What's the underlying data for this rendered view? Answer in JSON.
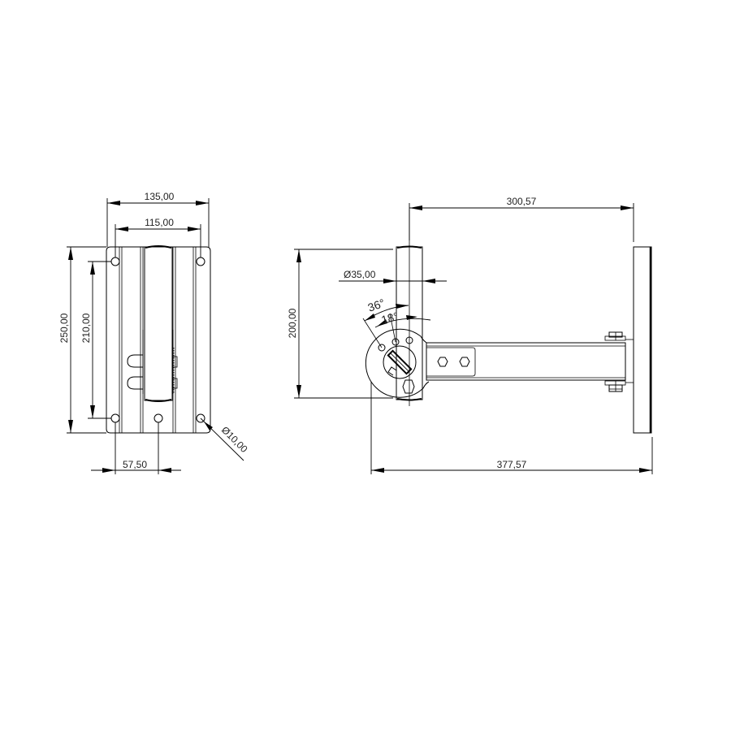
{
  "drawing": {
    "front_view": {
      "width_overall": "135,00",
      "hole_spacing_horizontal": "115,00",
      "height_overall": "250,00",
      "hole_spacing_vertical": "210,00",
      "hole_offset_center": "57,50",
      "hole_diameter": "Ø10,00"
    },
    "side_view": {
      "arm_length_to_pipe": "300,57",
      "pipe_diameter": "Ø35,00",
      "pipe_height": "200,00",
      "overall_length": "377,57",
      "angle_outer": "36°",
      "angle_inner": "18°"
    }
  }
}
